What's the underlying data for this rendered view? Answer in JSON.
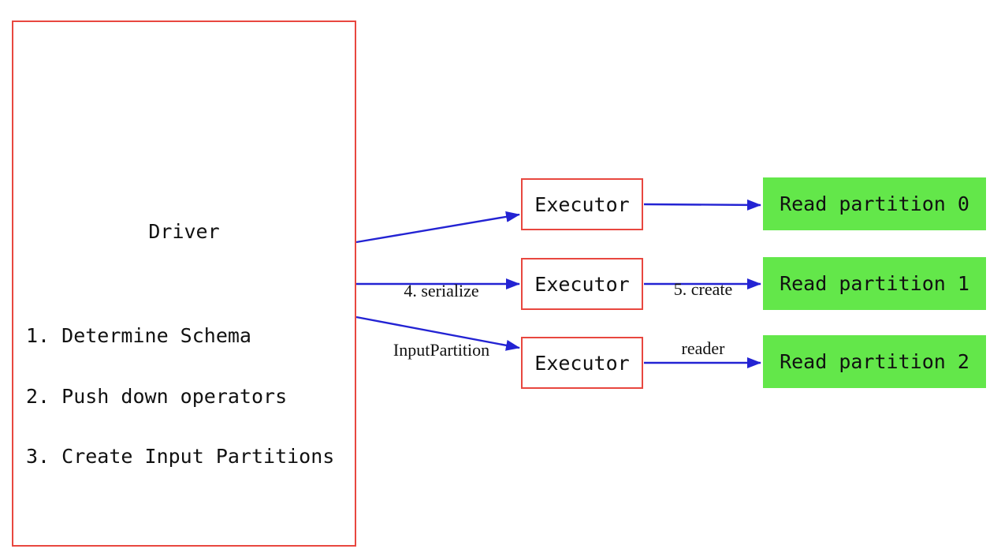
{
  "diagram": {
    "driver": {
      "title": "Driver",
      "steps": {
        "0": "1. Determine Schema",
        "1": "2. Push down operators",
        "2": "3. Create Input Partitions"
      }
    },
    "executors": {
      "0": "Executor",
      "1": "Executor",
      "2": "Executor"
    },
    "partitions": {
      "0": "Read partition 0",
      "1": "Read partition 1",
      "2": "Read partition 2"
    },
    "edge_labels": {
      "serialize_line1": "4. serialize",
      "serialize_line2": "InputPartition",
      "reader_line1": "5. create",
      "reader_line2": "reader"
    },
    "colors": {
      "box_border_red": "#e8473f",
      "arrow_blue": "#2323d3",
      "partition_green": "#63e74a",
      "text_black": "#111111"
    }
  }
}
